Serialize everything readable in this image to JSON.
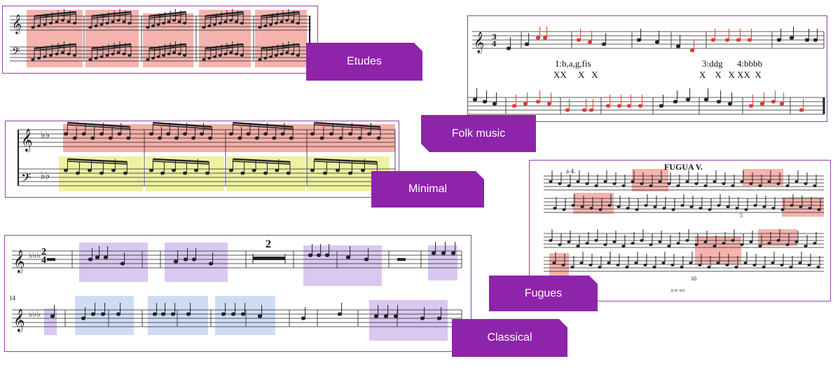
{
  "colors": {
    "tag_background": "#8e24aa",
    "panel_border": "#8e44ad",
    "highlight_red": "#f4a6a0",
    "highlight_yellow": "#eef2a0",
    "highlight_purple": "#d9c8f0",
    "highlight_blue": "#d0dcf4",
    "folk_red_notes": "#e53935"
  },
  "genres": {
    "etudes": "Etudes",
    "folk": "Folk music",
    "minimal": "Minimal",
    "fugues": "Fugues",
    "classical": "Classical"
  },
  "folk_panel": {
    "annotation_1": "1:b,a,g,fis",
    "annotation_2": "3:ddg",
    "annotation_3": "4:bbbb",
    "marks_1": "XX     X   X",
    "marks_2": "X    X   X XX  X"
  },
  "fugue_panel": {
    "title": "FUGUA V.",
    "tempo": "a 4.",
    "measure_5": "5",
    "measure_10": "10",
    "footer": "B.W. XIV."
  },
  "classical_panel": {
    "time_sig_top": "2",
    "time_sig_bottom": "4",
    "rest_count": "2",
    "measure_14": "14"
  }
}
